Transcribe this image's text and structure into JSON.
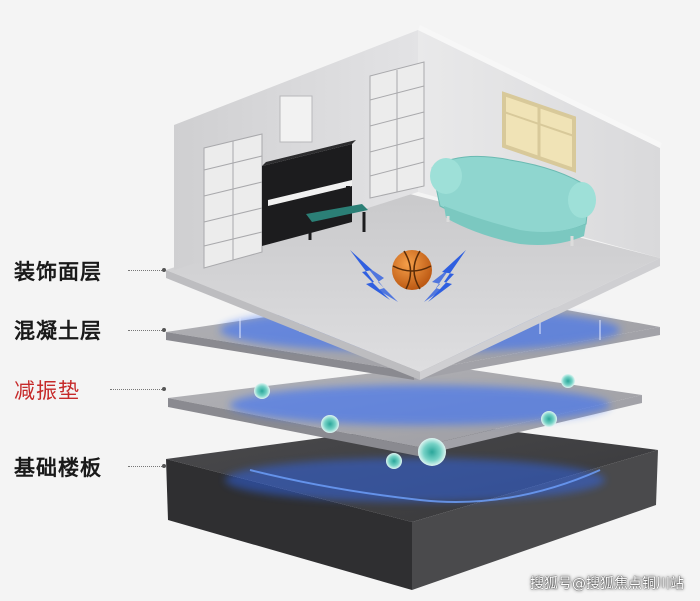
{
  "layers": [
    {
      "label": "装饰面层",
      "color": "#1a1a1a"
    },
    {
      "label": "混凝土层",
      "color": "#1a1a1a"
    },
    {
      "label": "减振垫",
      "color": "#c62a2a"
    },
    {
      "label": "基础楼板",
      "color": "#1a1a1a"
    }
  ],
  "watermark": "搜狐号@搜狐焦点铜川站",
  "colors": {
    "glow": "#2f6bff",
    "sofa": "#8fd6cf",
    "ball": "#e07a1e",
    "slab": "#3e3e40",
    "panel": "#b9b9bd"
  }
}
